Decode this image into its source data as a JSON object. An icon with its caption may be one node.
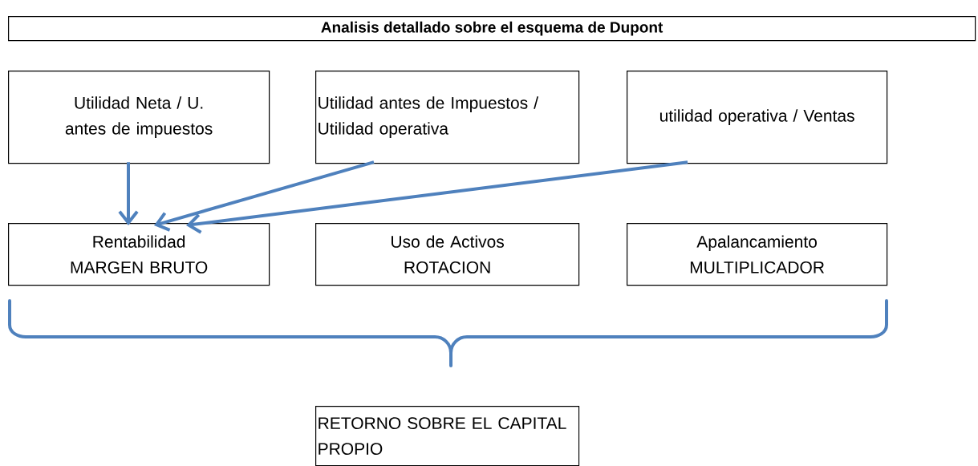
{
  "diagram": {
    "title": "Analisis detallado sobre el esquema de Dupont",
    "nodes": [
      {
        "text": [
          "Utilidad Neta / U. antes de impuestos"
        ]
      },
      {
        "text": [
          "Utilidad antes de Impuestos / Utilidad operativa"
        ]
      },
      {
        "text": [
          "utilidad operativa / Ventas"
        ]
      },
      {
        "text": [
          "Rentabilidad",
          "MARGEN BRUTO"
        ]
      },
      {
        "text": [
          "Uso de Activos",
          "ROTACION"
        ]
      },
      {
        "text": [
          "Apalancamiento",
          "MULTIPLICADOR"
        ]
      },
      {
        "text": [
          "RETORNO SOBRE EL CAPITAL PROPIO"
        ]
      }
    ],
    "edges": [
      {
        "from": 0,
        "to": 3,
        "arrow": "to"
      },
      {
        "from": 1,
        "to": 3,
        "arrow": "to"
      },
      {
        "from": 2,
        "to": 3,
        "arrow": "to"
      }
    ]
  }
}
